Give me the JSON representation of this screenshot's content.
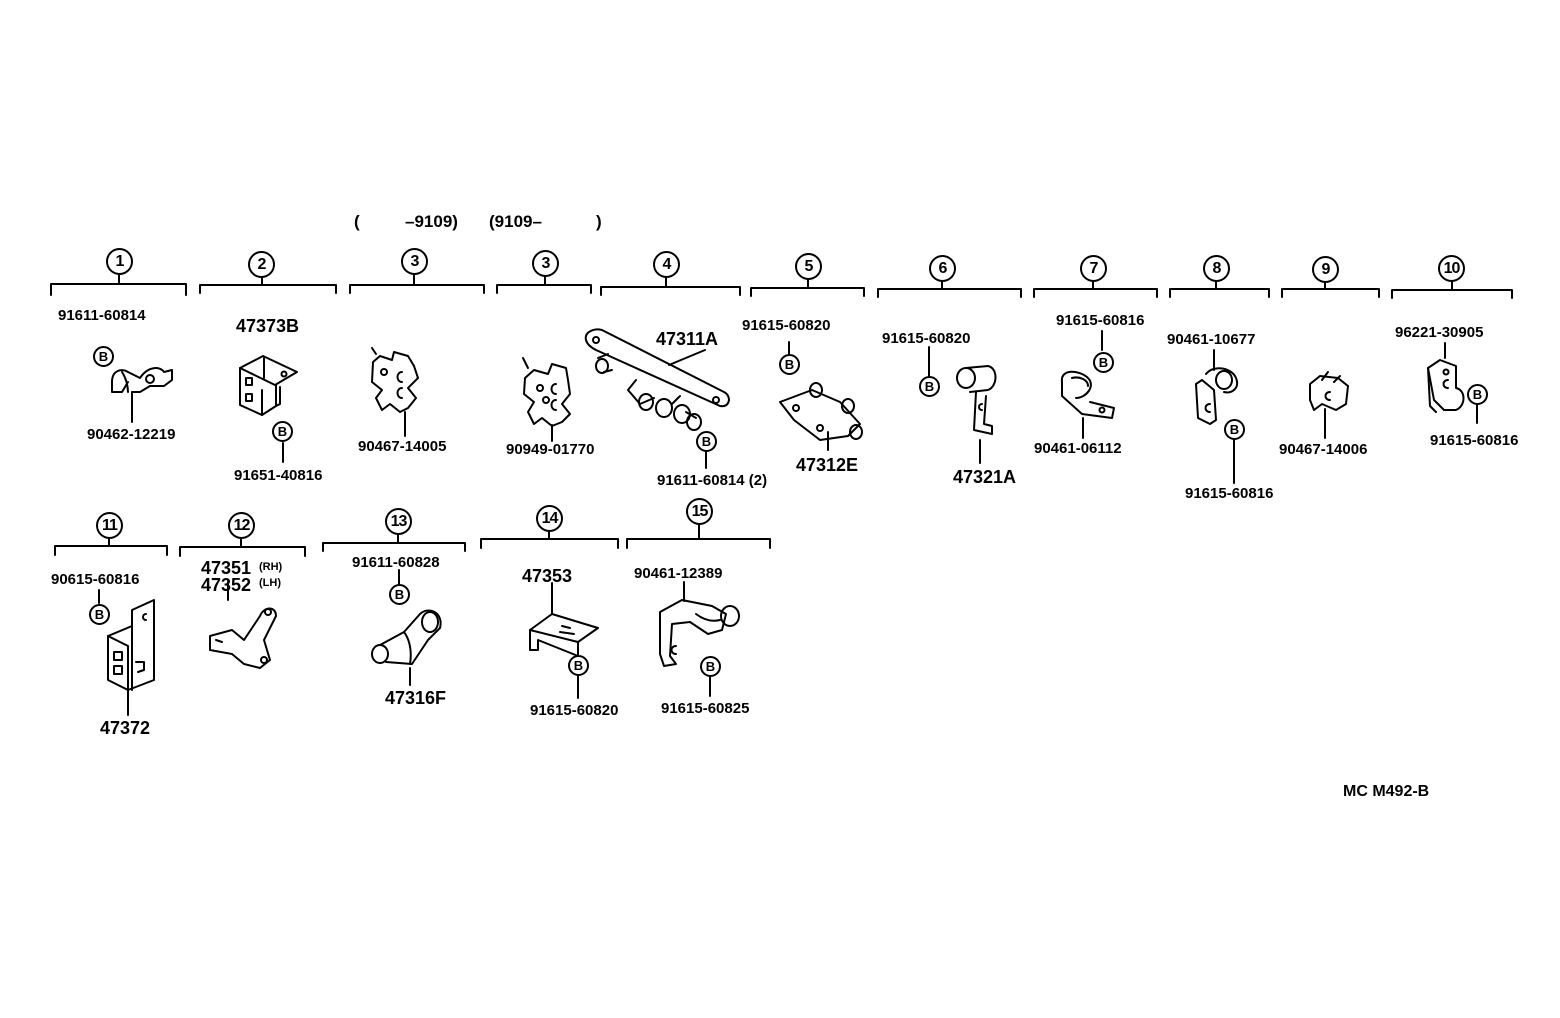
{
  "header": {
    "paren_open": "(",
    "range_left": "–9109)",
    "range_right": "(9109–",
    "paren_close": ")"
  },
  "group_numbers": [
    "1",
    "2",
    "3",
    "3",
    "4",
    "5",
    "6",
    "7",
    "8",
    "9",
    "10",
    "11",
    "12",
    "13",
    "14",
    "15"
  ],
  "badge_letter": "B",
  "parts": {
    "p1_top": "91611-60814",
    "p1_bottom": "90462-12219",
    "p2_main": "47373B",
    "p2_bottom": "91651-40816",
    "p3a_bottom": "90467-14005",
    "p3b_bottom": "90949-01770",
    "p4_main": "47311A",
    "p4_bottom": "91611-60814 (2)",
    "p5_top": "91615-60820",
    "p5_main": "47312E",
    "p6_top": "91615-60820",
    "p6_main": "47321A",
    "p7_top": "91615-60816",
    "p7_bottom": "90461-06112",
    "p8_top": "90461-10677",
    "p8_bottom": "91615-60816",
    "p9_bottom": "90467-14006",
    "p10_top": "96221-30905",
    "p10_bottom": "91615-60816",
    "p11_top": "90615-60816",
    "p11_main": "47372",
    "p12_rh": "47351",
    "p12_rh_tag": "(RH)",
    "p12_lh": "47352",
    "p12_lh_tag": "(LH)",
    "p13_top": "91611-60828",
    "p13_main": "47316F",
    "p14_main": "47353",
    "p14_bottom": "91615-60820",
    "p15_top": "90461-12389",
    "p15_bottom": "91615-60825"
  },
  "footer": {
    "code": "MC  M492-B"
  }
}
